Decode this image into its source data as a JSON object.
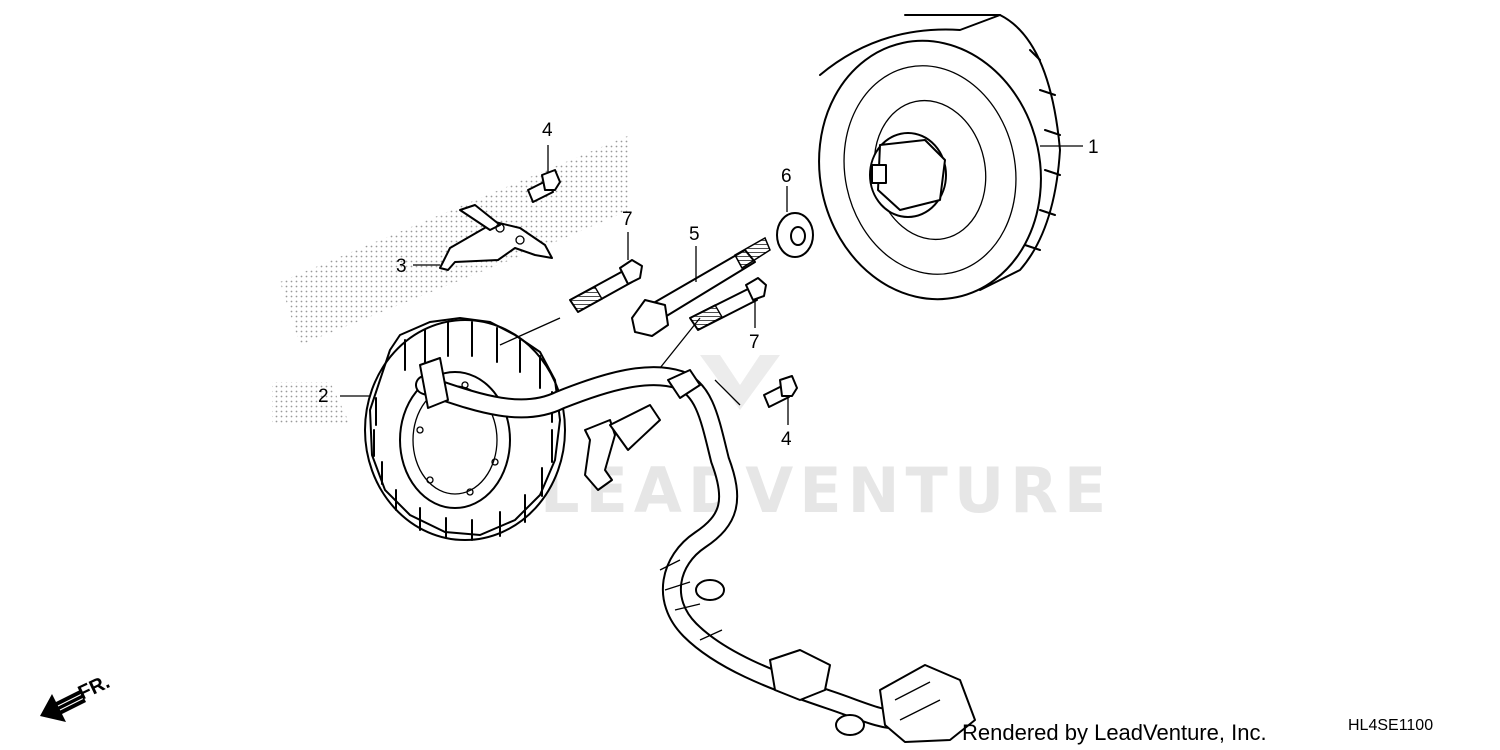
{
  "diagram": {
    "callouts": [
      {
        "id": "1",
        "label": "1"
      },
      {
        "id": "2",
        "label": "2"
      },
      {
        "id": "3",
        "label": "3"
      },
      {
        "id": "4a",
        "label": "4"
      },
      {
        "id": "4b",
        "label": "4"
      },
      {
        "id": "5",
        "label": "5"
      },
      {
        "id": "6",
        "label": "6"
      },
      {
        "id": "7a",
        "label": "7"
      },
      {
        "id": "7b",
        "label": "7"
      }
    ],
    "front_marker": "FR.",
    "watermark": "LEADVENTURE",
    "credit": "Rendered by LeadVenture, Inc.",
    "diagram_code": "HL4SE1100"
  },
  "colors": {
    "line": "#000000",
    "background": "#ffffff",
    "watermark": "#e6e6e6"
  },
  "icons": [
    "front-direction-arrow-icon"
  ]
}
